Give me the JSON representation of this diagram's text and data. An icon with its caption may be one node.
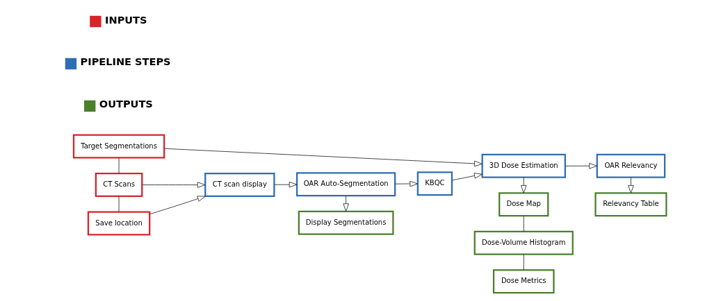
{
  "diagram": {
    "nodes": [
      {
        "text": [
          "Target Segmentations"
        ]
      },
      {
        "text": [
          "CT Scans"
        ]
      },
      {
        "text": [
          "Save location"
        ]
      },
      {
        "text": [
          "CT scan display"
        ]
      },
      {
        "text": [
          "OAR Auto-Segmentation"
        ]
      },
      {
        "text": [
          "Display Segmentations"
        ]
      },
      {
        "text": [
          "KBQC"
        ]
      },
      {
        "text": [
          "3D Dose Estimation"
        ]
      },
      {
        "text": [
          "OAR Relevancy"
        ]
      },
      {
        "text": [
          "Dose Map"
        ]
      },
      {
        "text": [
          "Relevancy Table"
        ]
      },
      {
        "text": [
          "Dose-Volume Histogram"
        ]
      },
      {
        "text": [
          "Dose Metrics"
        ]
      }
    ],
    "edges": [
      {
        "from": 0,
        "to": 7,
        "arrow": "to"
      },
      {
        "from": 0,
        "to": 1,
        "arrow": "none"
      },
      {
        "from": 1,
        "to": 2,
        "arrow": "none"
      },
      {
        "from": 1,
        "to": 3,
        "arrow": "to"
      },
      {
        "from": 2,
        "to": 3,
        "arrow": "to"
      },
      {
        "from": 3,
        "to": 4,
        "arrow": "to"
      },
      {
        "from": 4,
        "to": 5,
        "arrow": "to"
      },
      {
        "from": 4,
        "to": 6,
        "arrow": "to"
      },
      {
        "from": 6,
        "to": 7,
        "arrow": "to"
      },
      {
        "from": 7,
        "to": 8,
        "arrow": "to"
      },
      {
        "from": 7,
        "to": 9,
        "arrow": "to"
      },
      {
        "from": 8,
        "to": 10,
        "arrow": "to"
      },
      {
        "from": 9,
        "to": 11,
        "arrow": "none"
      },
      {
        "from": 11,
        "to": 12,
        "arrow": "none"
      }
    ],
    "legend": [
      {
        "text": "INPUTS",
        "color": "#d9232a"
      },
      {
        "text": "PIPELINE STEPS",
        "color": "#2e6db4"
      },
      {
        "text": "OUTPUTS",
        "color": "#4a7f2c"
      }
    ]
  }
}
